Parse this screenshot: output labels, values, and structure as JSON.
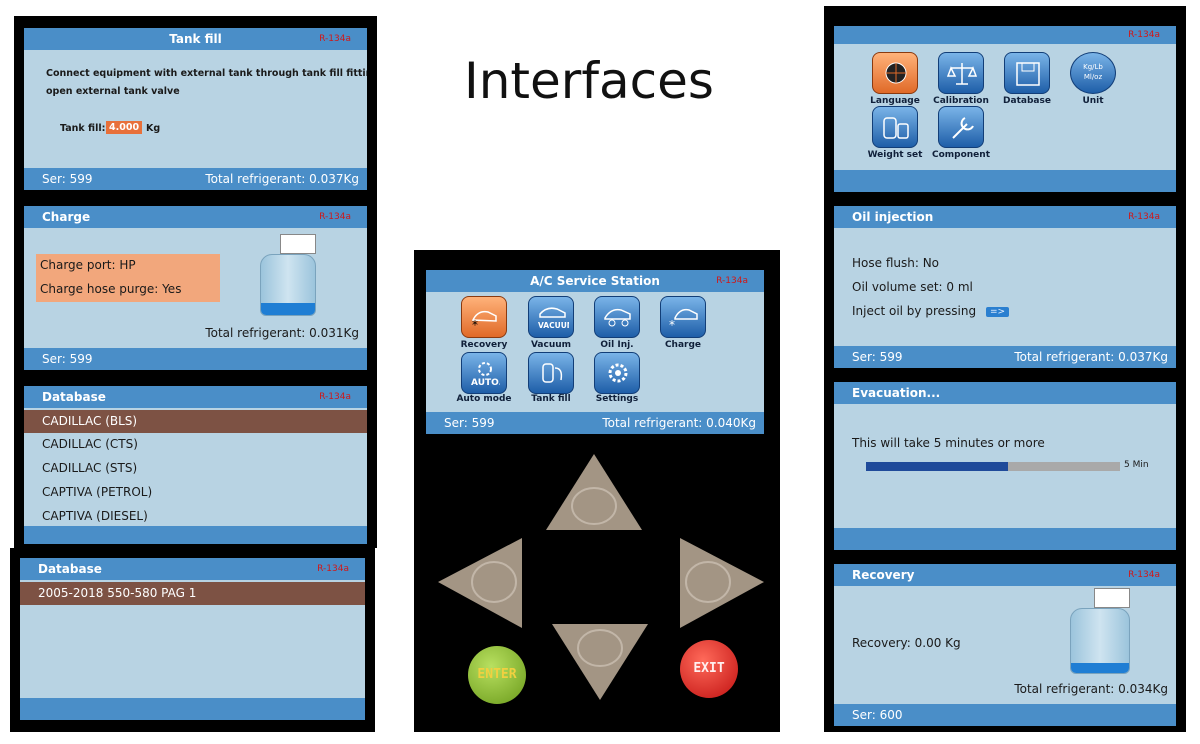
{
  "page_title": "Interfaces",
  "refrigerant_tag": "R-134a",
  "tank_fill": {
    "title": "Tank fill",
    "instruction1": "Connect equipment with external tank through tank fill fitting.",
    "instruction2": "open external tank valve",
    "label": "Tank fill:",
    "value": "4.000",
    "unit": "Kg",
    "ser": "Ser: 599",
    "total": "Total refrigerant: 0.037Kg"
  },
  "charge": {
    "title": "Charge",
    "port": "Charge port:   HP",
    "purge": "Charge hose purge:   Yes",
    "total": "Total refrigerant: 0.031Kg",
    "ser": "Ser: 599",
    "fill_fraction": 0.2
  },
  "database1": {
    "title": "Database",
    "items": [
      "CADILLAC (BLS)",
      "CADILLAC (CTS)",
      "CADILLAC (STS)",
      "CAPTIVA (PETROL)",
      "CAPTIVA (DIESEL)"
    ]
  },
  "database2": {
    "title": "Database",
    "items": [
      "2005-2018 550-580 PAG 1"
    ]
  },
  "main": {
    "title": "A/C Service Station",
    "icons": [
      "Recovery",
      "Vacuum",
      "Oil Inj.",
      "Charge",
      "Auto mode",
      "Tank fill",
      "Settings"
    ],
    "vacuum_text": "VACUUM",
    "auto_text": "AUTO.",
    "ser": "Ser: 599",
    "total": "Total refrigerant: 0.040Kg",
    "enter": "ENTER",
    "exit": "EXIT"
  },
  "settings": {
    "icons": [
      "Language",
      "Calibration",
      "Database",
      "Unit",
      "Weight set",
      "Component"
    ],
    "unit_icon_text1": "Kg/Lb",
    "unit_icon_text2": "Ml/oz"
  },
  "oil": {
    "title": "Oil injection",
    "hose_flush": "Hose flush:  No",
    "volume": "Oil volume set:  0 ml",
    "inject": "Inject oil by pressing",
    "inject_key": "=>",
    "ser": "Ser: 599",
    "total": "Total refrigerant: 0.037Kg"
  },
  "evacuation": {
    "title": "Evacuation...",
    "message": "This will take 5 minutes or more",
    "progress": 0.56,
    "progress_label": "5 Min"
  },
  "recovery": {
    "title": "Recovery",
    "amount": "Recovery: 0.00 Kg",
    "total": "Total refrigerant: 0.034Kg",
    "ser": "Ser: 600",
    "fill_fraction": 0.15
  },
  "colors": {
    "header_blue": "#4a8ec8",
    "screen_bg": "#b8d3e3",
    "selected_row": "#7d5244",
    "tag_red": "#d01818",
    "input_orange": "#e8703a",
    "progress_blue": "#1f4a9a"
  }
}
